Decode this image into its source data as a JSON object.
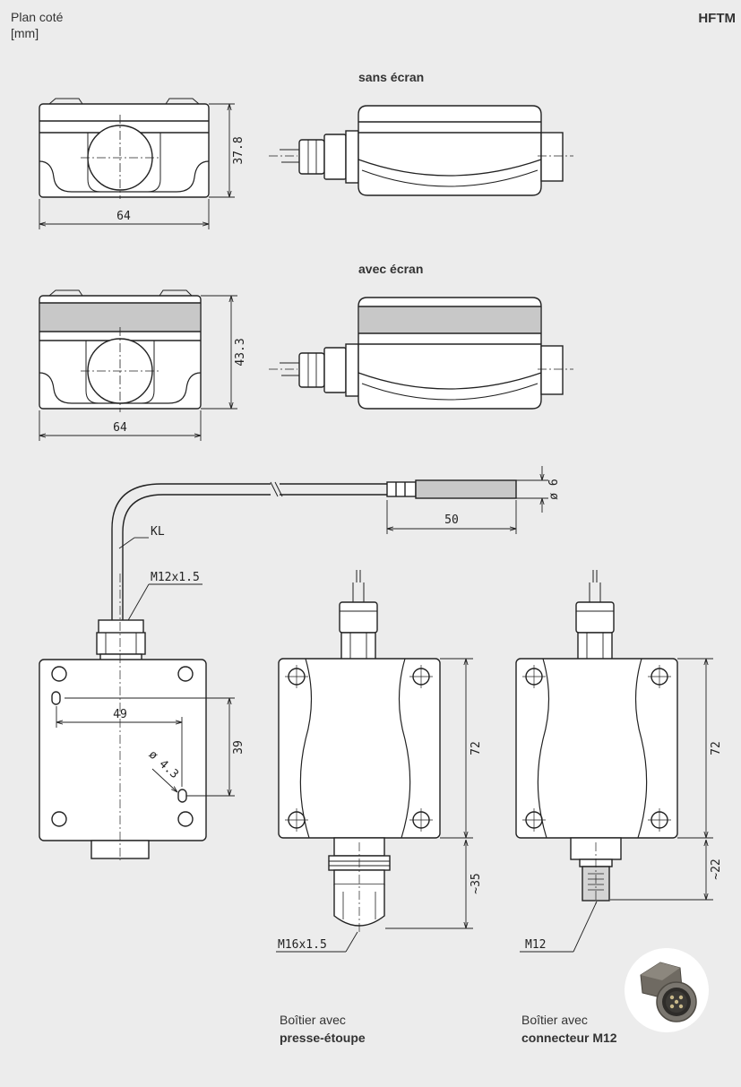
{
  "header": {
    "left_line1": "Plan coté",
    "left_line2": "[mm]",
    "model": "HFTM"
  },
  "sections": {
    "without_display": "sans écran",
    "with_display": "avec écran"
  },
  "dimensions": {
    "height_no_display": "37.8",
    "width_no_display": "64",
    "height_display": "43.3",
    "width_display": "64",
    "probe_diameter": "ø 6",
    "probe_length": "50",
    "cable_label": "KL",
    "cable_gland_thread": "M12x1.5",
    "mount_hole_spacing_x": "49",
    "mount_hole_spacing_y": "39",
    "mount_hole_diameter": "ø 4.3",
    "housing_height_gland": "72",
    "gland_length": "~35",
    "gland_thread": "M16x1.5",
    "housing_height_m12": "72",
    "connector_length": "~22",
    "connector_label": "M12"
  },
  "captions": {
    "gland_line1": "Boîtier avec",
    "gland_line2": "presse-étoupe",
    "m12_line1": "Boîtier avec",
    "m12_line2": "connecteur M12"
  },
  "colors": {
    "background": "#ececec",
    "line": "#222222",
    "display_band": "#c8c8c8"
  }
}
